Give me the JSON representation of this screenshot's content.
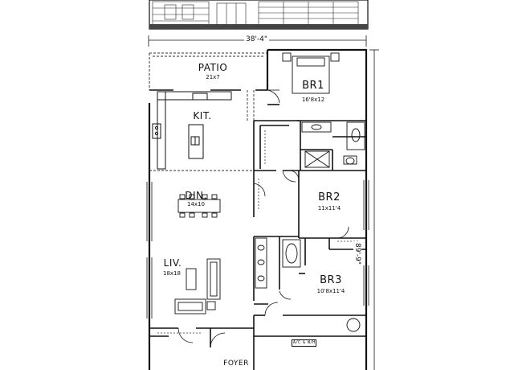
{
  "plan": {
    "width_dimension": "38'-4\"",
    "depth_dimension": "89'-9\"",
    "rooms": {
      "patio": {
        "name": "PATIO",
        "size": "21x7"
      },
      "br1": {
        "name": "BR1",
        "size": "16'8x12"
      },
      "kitchen": {
        "name": "KIT.",
        "size": ""
      },
      "br2": {
        "name": "BR2",
        "size": "11x11'4"
      },
      "dining": {
        "name": "DIN.",
        "size": "14x10"
      },
      "living": {
        "name": "LIV.",
        "size": "18x18"
      },
      "br3": {
        "name": "BR3",
        "size": "10'8x11'4"
      },
      "foyer": {
        "name": "FOYER",
        "size": ""
      }
    },
    "garage_note": "A/C & W/H"
  },
  "colors": {
    "line": "#111111",
    "dash": "#333333",
    "background": "#ffffff"
  }
}
